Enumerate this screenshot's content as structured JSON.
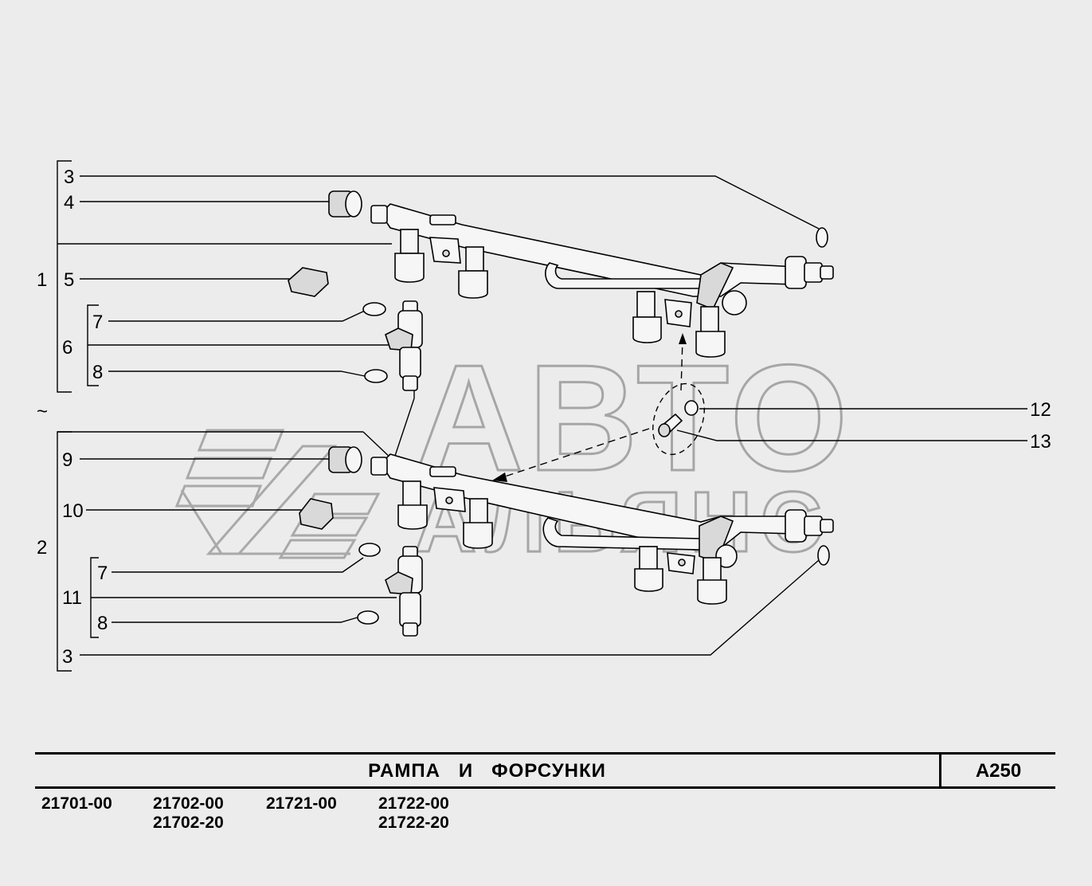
{
  "title": "РАМПА   И   ФОРСУНКИ",
  "code": "A250",
  "models": [
    {
      "lines": [
        "21701-00"
      ]
    },
    {
      "lines": [
        "21702-00",
        "21702-20"
      ]
    },
    {
      "lines": [
        "21721-00"
      ]
    },
    {
      "lines": [
        "21722-00",
        "21722-20"
      ]
    }
  ],
  "callouts": {
    "c3a": "3",
    "c4": "4",
    "c1": "1",
    "c5": "5",
    "c7a": "7",
    "c6": "6",
    "c8a": "8",
    "tilde": "~",
    "c9": "9",
    "c10": "10",
    "c2": "2",
    "c7b": "7",
    "c11": "11",
    "c8b": "8",
    "c3b": "3",
    "c12": "12",
    "c13": "13"
  },
  "watermark": {
    "line1": "АВТО",
    "line2": "АЛЬЯНС"
  }
}
